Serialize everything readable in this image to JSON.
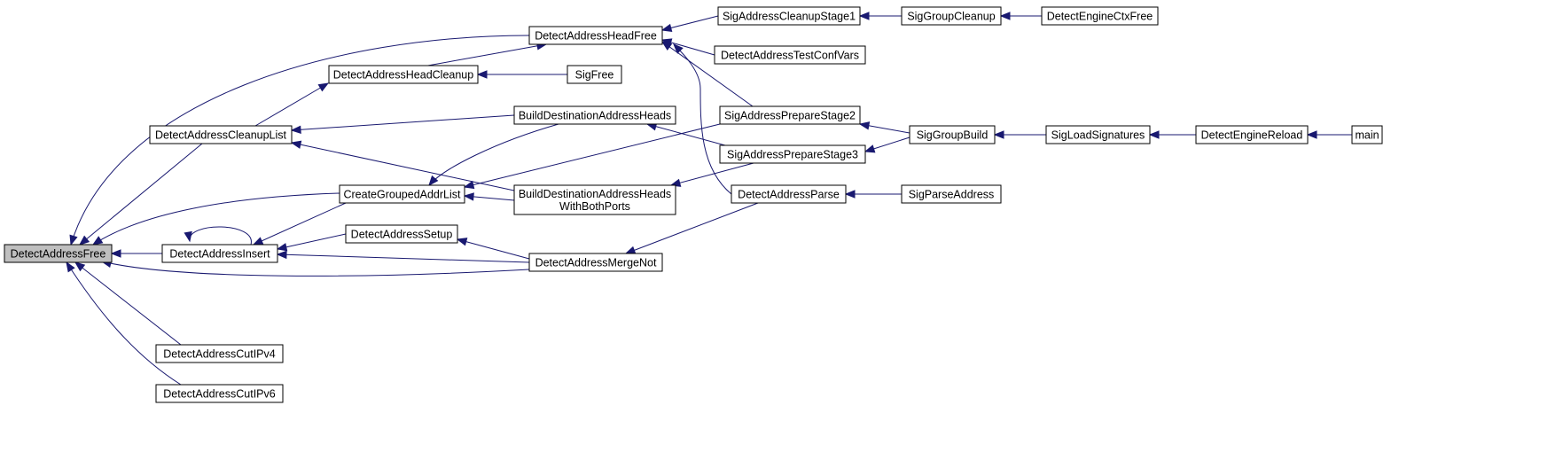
{
  "diagram": {
    "type": "call-graph",
    "colors": {
      "edge": "#191970",
      "node_border": "#000000",
      "root_fill": "#bfbfbf",
      "node_fill": "#ffffff"
    },
    "nodes": [
      {
        "id": "n0",
        "lines": [
          "DetectAddressFree"
        ],
        "root": true
      },
      {
        "id": "n1",
        "lines": [
          "DetectAddressHeadFree"
        ]
      },
      {
        "id": "n2",
        "lines": [
          "SigAddressCleanupStage1"
        ]
      },
      {
        "id": "n3",
        "lines": [
          "SigGroupCleanup"
        ]
      },
      {
        "id": "n4",
        "lines": [
          "DetectEngineCtxFree"
        ]
      },
      {
        "id": "n5",
        "lines": [
          "DetectAddressTestConfVars"
        ]
      },
      {
        "id": "n6",
        "lines": [
          "DetectAddressHeadCleanup"
        ]
      },
      {
        "id": "n7",
        "lines": [
          "SigFree"
        ]
      },
      {
        "id": "n8",
        "lines": [
          "DetectAddressCleanupList"
        ]
      },
      {
        "id": "n9",
        "lines": [
          "BuildDestinationAddressHeads"
        ]
      },
      {
        "id": "n10",
        "lines": [
          "SigAddressPrepareStage2"
        ]
      },
      {
        "id": "n11",
        "lines": [
          "SigGroupBuild"
        ]
      },
      {
        "id": "n12",
        "lines": [
          "SigLoadSignatures"
        ]
      },
      {
        "id": "n13",
        "lines": [
          "DetectEngineReload"
        ]
      },
      {
        "id": "n14",
        "lines": [
          "main"
        ]
      },
      {
        "id": "n15",
        "lines": [
          "SigAddressPrepareStage3"
        ]
      },
      {
        "id": "n16",
        "lines": [
          "CreateGroupedAddrList"
        ]
      },
      {
        "id": "n17",
        "lines": [
          "BuildDestinationAddressHeads",
          "WithBothPorts"
        ]
      },
      {
        "id": "n18",
        "lines": [
          "DetectAddressParse"
        ]
      },
      {
        "id": "n19",
        "lines": [
          "SigParseAddress"
        ]
      },
      {
        "id": "n20",
        "lines": [
          "DetectAddressInsert"
        ]
      },
      {
        "id": "n21",
        "lines": [
          "DetectAddressSetup"
        ]
      },
      {
        "id": "n22",
        "lines": [
          "DetectAddressMergeNot"
        ]
      },
      {
        "id": "n23",
        "lines": [
          "DetectAddressCutIPv4"
        ]
      },
      {
        "id": "n24",
        "lines": [
          "DetectAddressCutIPv6"
        ]
      }
    ],
    "edges": [
      {
        "from": "n1",
        "to": "n0"
      },
      {
        "from": "n2",
        "to": "n1"
      },
      {
        "from": "n3",
        "to": "n2"
      },
      {
        "from": "n4",
        "to": "n3"
      },
      {
        "from": "n5",
        "to": "n1"
      },
      {
        "from": "n6",
        "to": "n1"
      },
      {
        "from": "n7",
        "to": "n6"
      },
      {
        "from": "n8",
        "to": "n6"
      },
      {
        "from": "n8",
        "to": "n0"
      },
      {
        "from": "n9",
        "to": "n8"
      },
      {
        "from": "n10",
        "to": "n1"
      },
      {
        "from": "n11",
        "to": "n10"
      },
      {
        "from": "n12",
        "to": "n11"
      },
      {
        "from": "n13",
        "to": "n12"
      },
      {
        "from": "n14",
        "to": "n13"
      },
      {
        "from": "n15",
        "to": "n9"
      },
      {
        "from": "n11",
        "to": "n15"
      },
      {
        "from": "n16",
        "to": "n0"
      },
      {
        "from": "n9",
        "to": "n16"
      },
      {
        "from": "n10",
        "to": "n16"
      },
      {
        "from": "n17",
        "to": "n16"
      },
      {
        "from": "n17",
        "to": "n8"
      },
      {
        "from": "n15",
        "to": "n17"
      },
      {
        "from": "n18",
        "to": "n1"
      },
      {
        "from": "n19",
        "to": "n18"
      },
      {
        "from": "n20",
        "to": "n0"
      },
      {
        "from": "n20",
        "to": "n20"
      },
      {
        "from": "n16",
        "to": "n20"
      },
      {
        "from": "n21",
        "to": "n20"
      },
      {
        "from": "n22",
        "to": "n20"
      },
      {
        "from": "n22",
        "to": "n21"
      },
      {
        "from": "n18",
        "to": "n22"
      },
      {
        "from": "n22",
        "to": "n0"
      },
      {
        "from": "n23",
        "to": "n0"
      },
      {
        "from": "n24",
        "to": "n0"
      }
    ]
  }
}
